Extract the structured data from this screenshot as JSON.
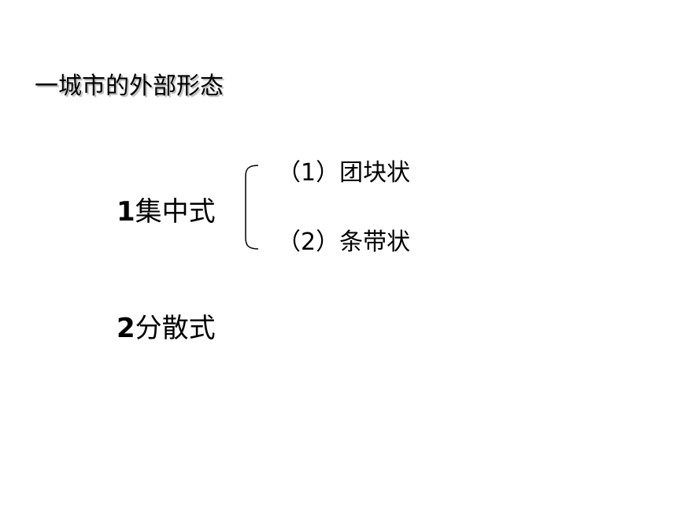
{
  "slide": {
    "title": "一城市的外部形态",
    "items": [
      {
        "number": "1",
        "label": "集中式",
        "subitems": [
          {
            "number": "（1）",
            "label": "团块状"
          },
          {
            "number": "（2）",
            "label": "条带状"
          }
        ]
      },
      {
        "number": "2",
        "label": "分散式"
      }
    ]
  }
}
